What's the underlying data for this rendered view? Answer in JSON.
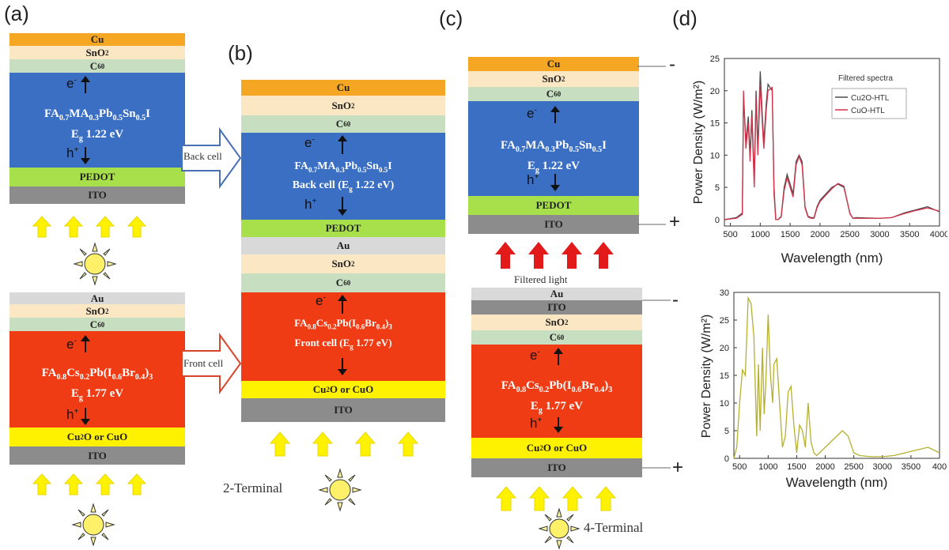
{
  "panels": {
    "a": "(a)",
    "b": "(b)",
    "c": "(c)",
    "d": "(d)"
  },
  "layers": {
    "cu": "Cu",
    "sno2": "SnO",
    "sno2_sub": "2",
    "c60": "C",
    "c60_sub": "60",
    "pedot": "PEDOT",
    "ito": "ITO",
    "au": "Au",
    "cu2o_cuo": "Cu",
    "cu2o_cuo_sub": "2",
    "cu2o_cuo_rest": "O or CuO"
  },
  "carriers": {
    "electron": "e",
    "electron_sup": "-",
    "hole": "h",
    "hole_sup": "+"
  },
  "absorbers": {
    "back": {
      "main": "FA",
      "subs": [
        "0.7",
        "0.3",
        "0.5",
        "0.5"
      ],
      "parts": [
        "FA",
        "MA",
        "Pb",
        "Sn",
        "I"
      ],
      "gap": "E",
      "gap_sub": "g",
      "gap_val": " 1.22 eV"
    },
    "back_b_line2": "Back cell (E",
    "back_b_line2_end": " 1.22 eV)",
    "front": {
      "parts": [
        "FA",
        "Cs",
        "Pb(I",
        "Br",
        ")"
      ],
      "subs": [
        "0.8",
        "0.2",
        "0.6",
        "0.4",
        "3"
      ],
      "gap_val": " 1.77 eV"
    },
    "front_b_line2": "Front cell (E",
    "front_b_line2_end": " 1.77 eV)"
  },
  "annotations": {
    "back_cell": "Back cell",
    "front_cell": "Front cell",
    "filtered_light": "Filtered light",
    "two_terminal": "2-Terminal",
    "four_terminal": "4-Terminal",
    "minus": "-",
    "plus": "+"
  },
  "colors": {
    "cu": "#F5A623",
    "sno2": "#FBE7C3",
    "c60": "#C7DFC0",
    "back_absorber": "#3A6FC4",
    "pedot": "#A8E04B",
    "ito": "#8C8C8C",
    "au": "#D9D9D9",
    "front_absorber": "#F03C14",
    "htl": "#FFF200",
    "sun_arrow": "#FFF200",
    "filtered_arrow": "#E21A1A",
    "cu2o_line": "#4A4A4A",
    "cuo_line": "#D2334A",
    "filtered_spectrum": "#B5B030"
  },
  "chart_data": [
    {
      "type": "line",
      "title": "",
      "xlabel": "Wavelength (nm)",
      "ylabel": "Power Density (W/m²)",
      "xlim": [
        400,
        4000
      ],
      "ylim": [
        -1,
        25
      ],
      "xticks": [
        "500",
        "1000",
        "1500",
        "2000",
        "2500",
        "3000",
        "3500",
        "4000"
      ],
      "yticks": [
        "0",
        "5",
        "10",
        "15",
        "20",
        "25"
      ],
      "legend_title": "Filtered spectra",
      "legend_position": "top-right",
      "series": [
        {
          "name": "Cu2O-HTL",
          "x": [
            400,
            600,
            700,
            720,
            760,
            800,
            830,
            860,
            900,
            930,
            960,
            1000,
            1040,
            1060,
            1100,
            1130,
            1200,
            1230,
            1260,
            1300,
            1350,
            1400,
            1450,
            1550,
            1600,
            1650,
            1700,
            1750,
            1800,
            1850,
            1900,
            1950,
            2000,
            2100,
            2200,
            2300,
            2400,
            2500,
            2550,
            2600,
            3000,
            3200,
            3400,
            3600,
            3800,
            4000
          ],
          "y": [
            0,
            0.3,
            1,
            19,
            12,
            16,
            10,
            17,
            6,
            20,
            11,
            23,
            15,
            12,
            18,
            21,
            20,
            5,
            0,
            0,
            0.5,
            5,
            7,
            4,
            9,
            10,
            9,
            2,
            0.5,
            0.3,
            0.3,
            2,
            3,
            4,
            5,
            5.5,
            5,
            1,
            0.2,
            0.3,
            0.2,
            0.3,
            1,
            1.5,
            2,
            1.2
          ]
        },
        {
          "name": "CuO-HTL",
          "x": [
            400,
            600,
            700,
            720,
            760,
            800,
            830,
            860,
            900,
            930,
            960,
            1000,
            1040,
            1060,
            1100,
            1130,
            1200,
            1230,
            1260,
            1300,
            1350,
            1400,
            1450,
            1550,
            1600,
            1650,
            1700,
            1750,
            1800,
            1850,
            1900,
            1950,
            2000,
            2100,
            2200,
            2300,
            2400,
            2500,
            2550,
            2600,
            3000,
            3200,
            3400,
            3600,
            3800,
            4000
          ],
          "y": [
            0,
            0.2,
            0.8,
            20,
            11,
            15,
            9,
            16,
            5,
            19,
            10,
            21,
            14,
            11,
            17,
            20,
            20.5,
            4,
            0,
            0,
            0.4,
            4.5,
            6.5,
            3.5,
            8.5,
            9.8,
            8.5,
            1.8,
            0.4,
            0.2,
            0.2,
            1.8,
            2.8,
            3.8,
            4.8,
            5.6,
            5.2,
            0.9,
            0.2,
            0.2,
            0.2,
            0.3,
            0.9,
            1.4,
            1.8,
            1.3
          ]
        }
      ]
    },
    {
      "type": "line",
      "title": "",
      "xlabel": "Wavelength (nm)",
      "ylabel": "Power Density (W/m²)",
      "xlim": [
        400,
        4000
      ],
      "ylim": [
        0,
        30
      ],
      "xticks": [
        "500",
        "1000",
        "1500",
        "2000",
        "2500",
        "3000",
        "3500",
        "400"
      ],
      "yticks": [
        "0",
        "5",
        "10",
        "15",
        "20",
        "25",
        "30"
      ],
      "series": [
        {
          "name": "",
          "x": [
            400,
            450,
            500,
            550,
            600,
            650,
            700,
            750,
            800,
            830,
            860,
            900,
            930,
            960,
            1000,
            1040,
            1080,
            1100,
            1150,
            1200,
            1250,
            1300,
            1350,
            1400,
            1450,
            1500,
            1550,
            1600,
            1650,
            1700,
            1750,
            1800,
            1850,
            1900,
            2000,
            2100,
            2200,
            2300,
            2400,
            2500,
            2600,
            2800,
            3000,
            3200,
            3400,
            3600,
            3800,
            4000
          ],
          "y": [
            0,
            2,
            10,
            16,
            15,
            29,
            28,
            22,
            4,
            17,
            5,
            20,
            8,
            14,
            26,
            15,
            10,
            17,
            18,
            10,
            2,
            4,
            12,
            13,
            6,
            1,
            6,
            5,
            2,
            10,
            3,
            1,
            0.5,
            1,
            2,
            3,
            4,
            5,
            4,
            1,
            0.5,
            0.3,
            0.3,
            0.5,
            1,
            1.5,
            2,
            1
          ]
        }
      ]
    }
  ]
}
